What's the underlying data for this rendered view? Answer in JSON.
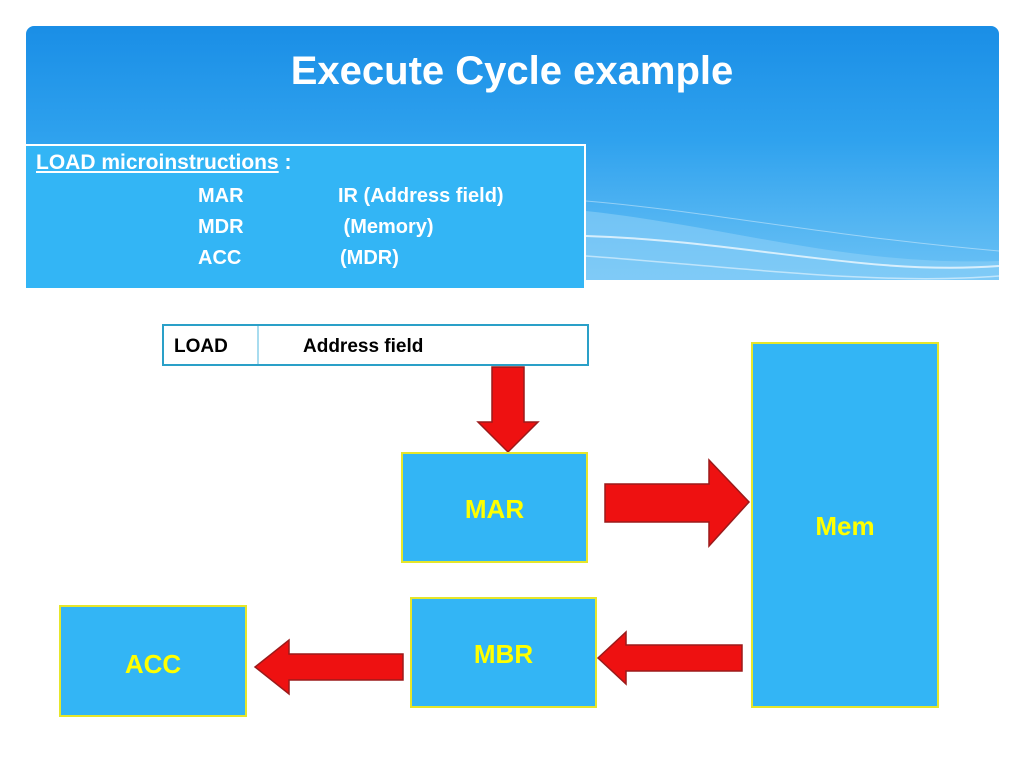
{
  "slide": {
    "title": "Execute Cycle example"
  },
  "microinstructions": {
    "heading": "LOAD microinstructions",
    "heading_suffix": " :",
    "rows": [
      {
        "dest": "MAR",
        "src": "IR (Address field)"
      },
      {
        "dest": "MDR",
        "src": " (Memory)"
      },
      {
        "dest": "ACC",
        "src": "(MDR)"
      }
    ]
  },
  "instruction": {
    "opcode": "LOAD",
    "address": "Address field"
  },
  "registers": {
    "mar": "MAR",
    "mem": "Mem",
    "mbr": "MBR",
    "acc": "ACC"
  },
  "colors": {
    "header_blue": "#1a8ee6",
    "box_blue": "#33b5f5",
    "register_text": "#ffff00",
    "register_border": "#e6e62a",
    "arrow_red": "#ee1111"
  }
}
